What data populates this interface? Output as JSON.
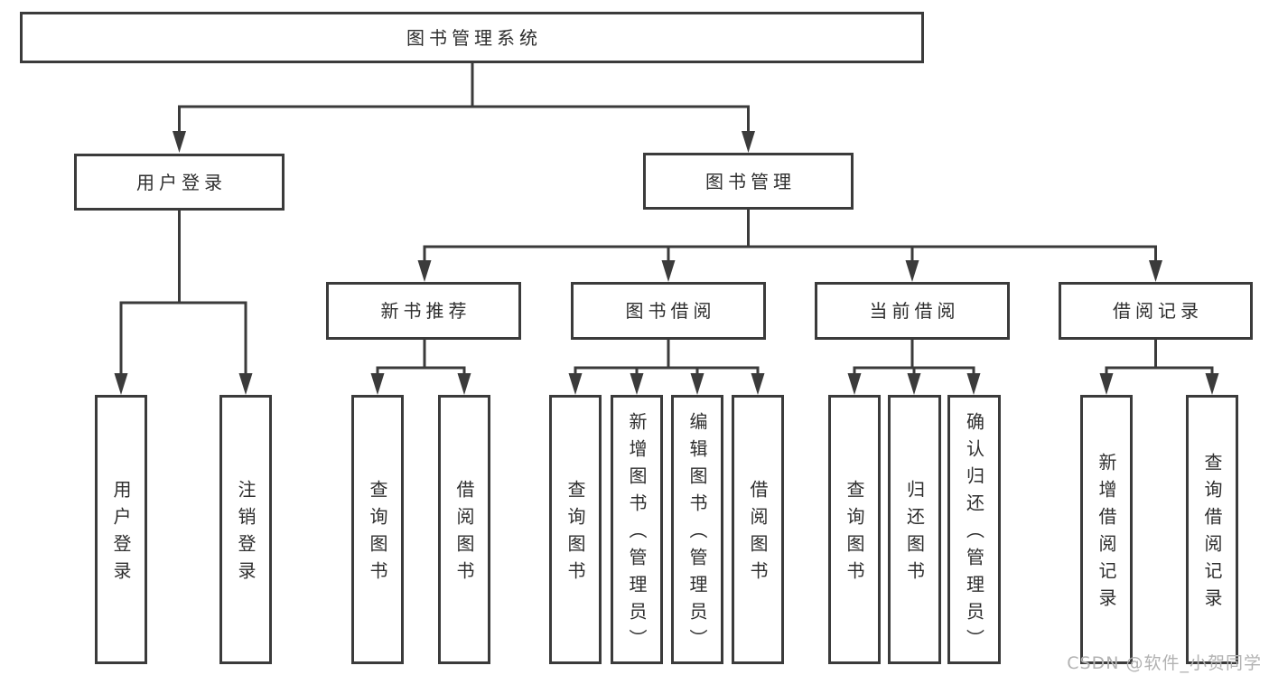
{
  "diagram_title": "图书管理系统",
  "tree": {
    "label": "图书管理系统",
    "children": [
      {
        "label": "用户登录",
        "children": [
          {
            "label": "用户登录"
          },
          {
            "label": "注销登录"
          }
        ]
      },
      {
        "label": "图书管理",
        "children": [
          {
            "label": "新书推荐",
            "children": [
              {
                "label": "查询图书"
              },
              {
                "label": "借阅图书"
              }
            ]
          },
          {
            "label": "图书借阅",
            "children": [
              {
                "label": "查询图书"
              },
              {
                "label": "新增图书（管理员）"
              },
              {
                "label": "编辑图书（管理员）"
              },
              {
                "label": "借阅图书"
              }
            ]
          },
          {
            "label": "当前借阅",
            "children": [
              {
                "label": "查询图书"
              },
              {
                "label": "归还图书"
              },
              {
                "label": "确认归还（管理员）"
              }
            ]
          },
          {
            "label": "借阅记录",
            "children": [
              {
                "label": "新增借阅记录"
              },
              {
                "label": "查询借阅记录"
              }
            ]
          }
        ]
      }
    ]
  },
  "watermark": {
    "text": "CSDN @软件_小贺同学"
  },
  "colors": {
    "line": "#3b3b3b",
    "text": "#2e2e2e",
    "watermark": "#b2b2b2",
    "background": "#ffffff"
  }
}
